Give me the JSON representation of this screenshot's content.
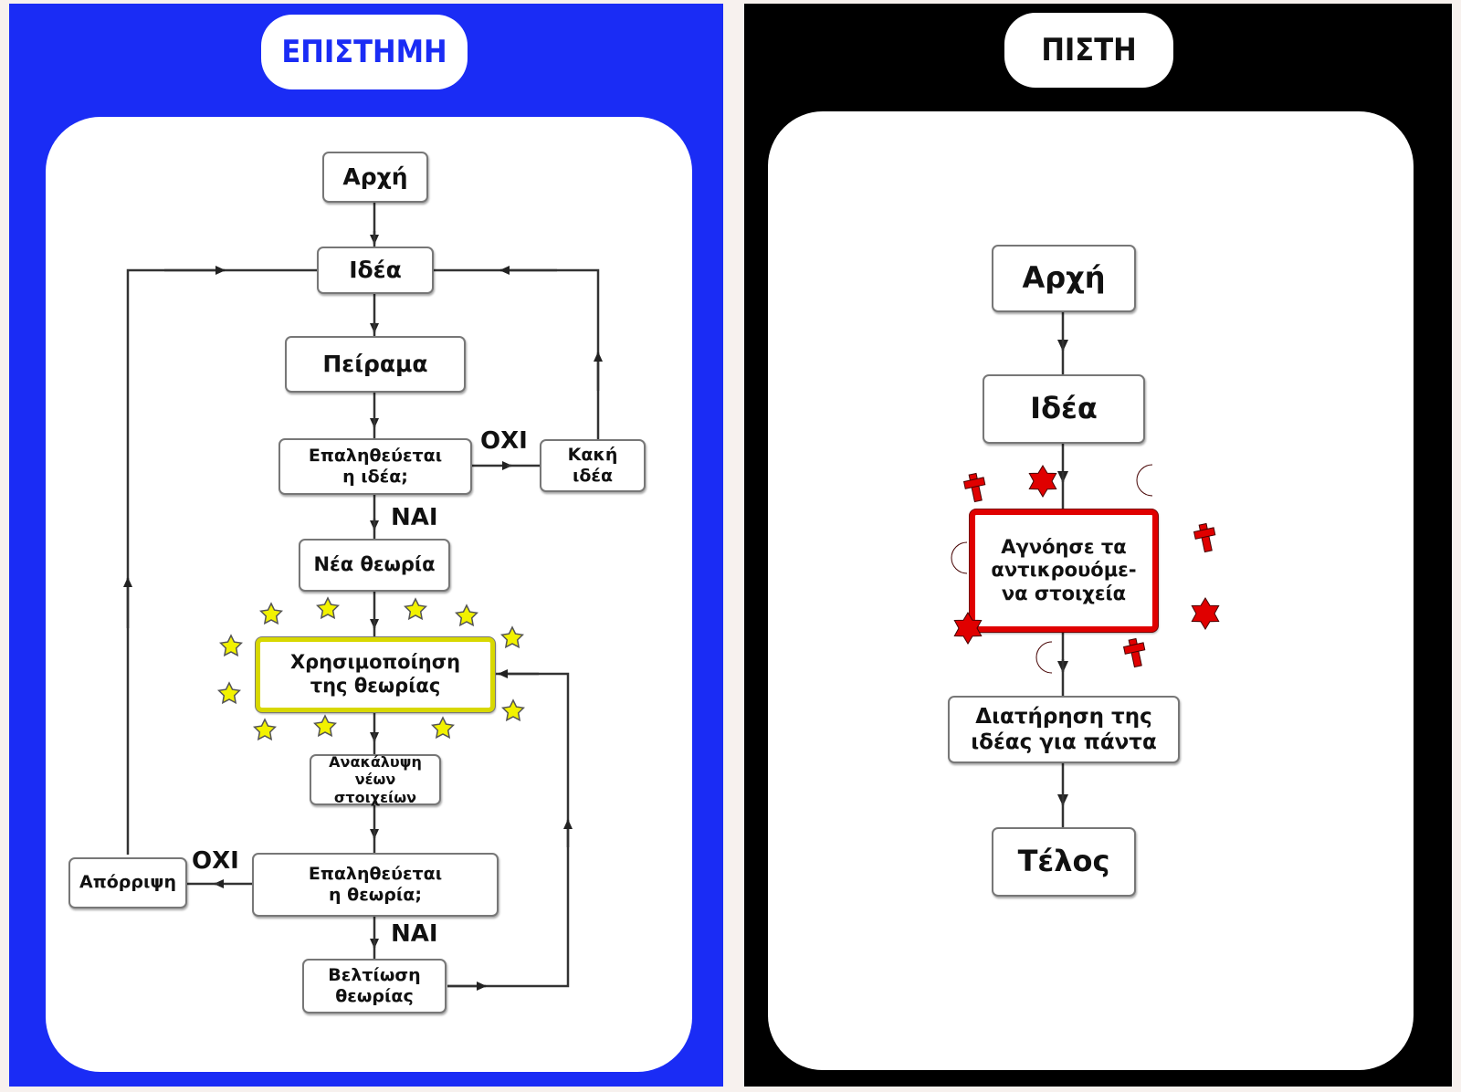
{
  "science": {
    "title": "ΕΠΙΣΤΗΜΗ",
    "accent_color": "#1a2cf5",
    "highlight_color": "#e6e600",
    "nodes": {
      "start": "Αρχή",
      "idea": "Ιδέα",
      "experiment": "Πείραμα",
      "idea_verified": "Επαληθεύεται\nη ιδέα;",
      "bad_idea": "Κακή\nιδέα",
      "new_theory": "Νέα θεωρία",
      "use_theory": "Χρησιμοποίηση\nτης θεωρίας",
      "new_evidence": "Ανακάλυψη\nνέων στοιχείων",
      "theory_verified": "Επαληθεύεται\nη θεωρία;",
      "rejection": "Απόρριψη",
      "improve_theory": "Βελτίωση\nθεωρίας"
    },
    "edge_labels": {
      "idea_no": "ΟΧΙ",
      "idea_yes": "ΝΑΙ",
      "theory_no": "ΟΧΙ",
      "theory_yes": "ΝΑΙ"
    },
    "decorations": "star-icon"
  },
  "faith": {
    "title": "ΠΙΣΤΗ",
    "accent_color": "#000000",
    "highlight_color": "#e00000",
    "nodes": {
      "start": "Αρχή",
      "idea": "Ιδέα",
      "ignore": "Αγνόησε τα\nαντικρουόμε-\nνα στοιχεία",
      "keep_idea": "Διατήρηση της\nιδέας για πάντα",
      "end": "Τέλος"
    },
    "decorations": [
      "cross-icon",
      "star-of-david-icon",
      "crescent-icon"
    ]
  }
}
